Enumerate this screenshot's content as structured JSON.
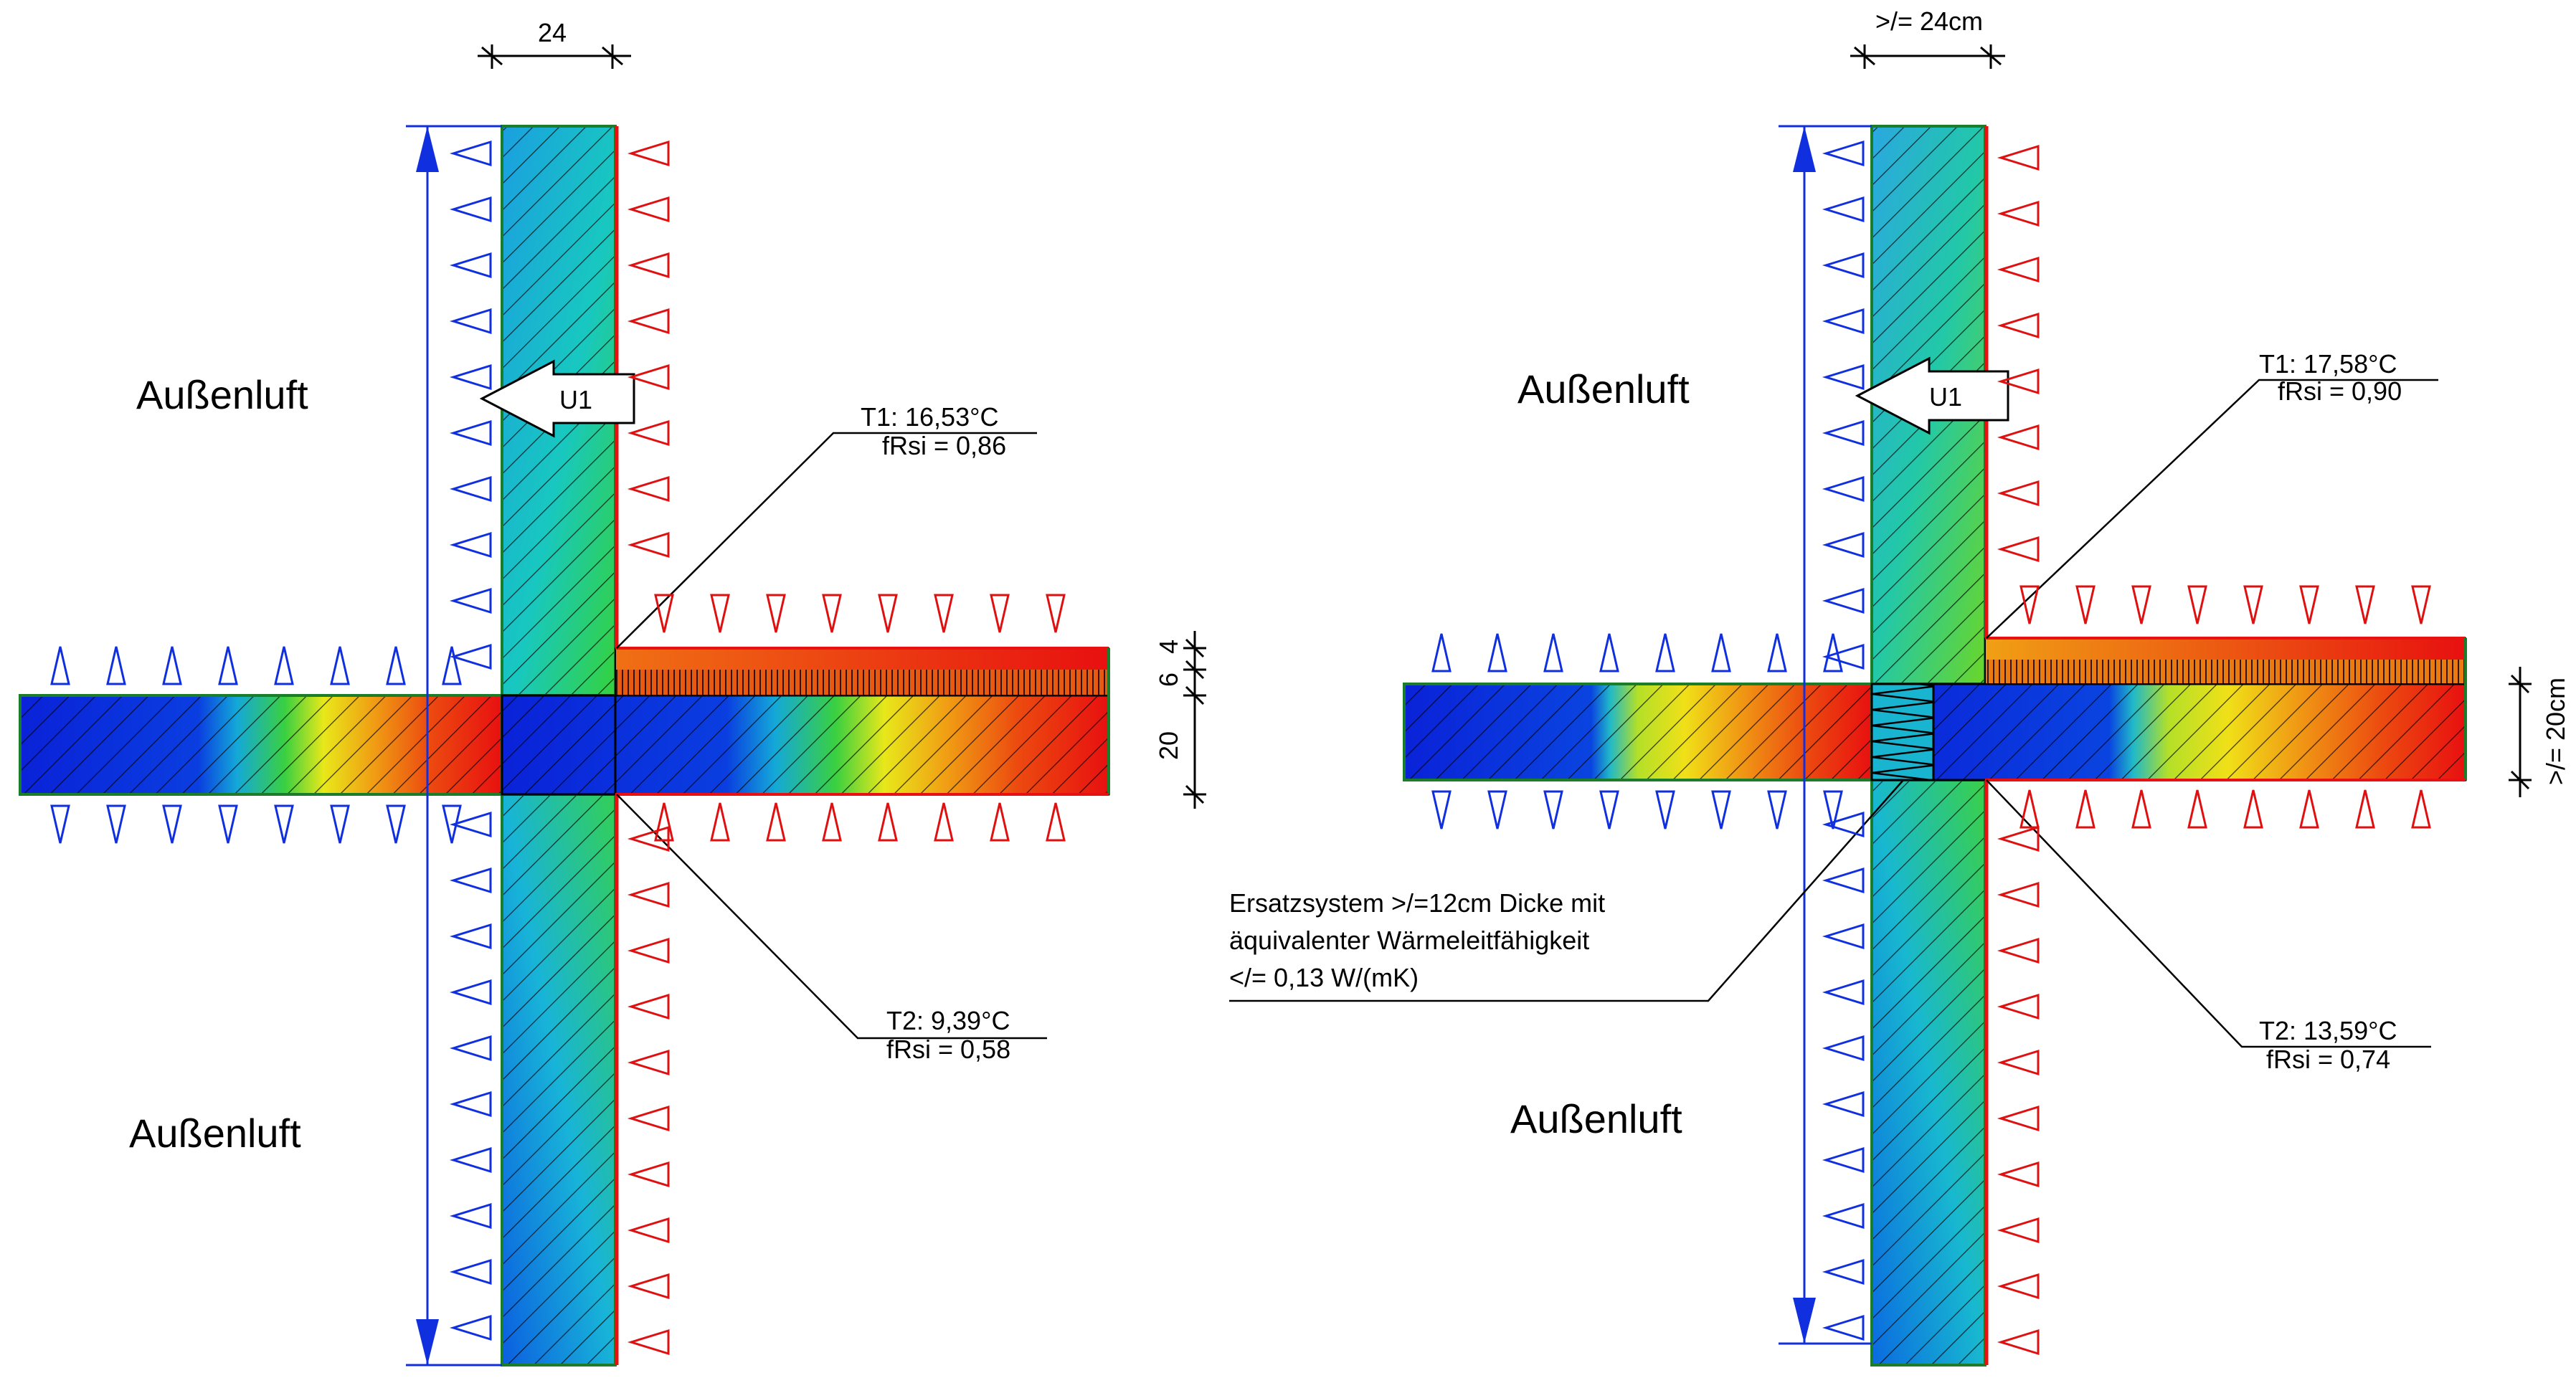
{
  "left": {
    "top_label": "Außenluft",
    "bottom_label": "Außenluft",
    "width_dim": "24",
    "arrow_label": "U1",
    "t1_title": "T1: 16,53°C",
    "t1_frsi": "fRsi = 0,86",
    "t2_title": "T2: 9,39°C",
    "t2_frsi": "fRsi = 0,58",
    "dim_20": "20",
    "dim_6": "6",
    "dim_4": "4"
  },
  "right": {
    "top_label": "Außenluft",
    "bottom_label": "Außenluft",
    "width_dim": ">/= 24cm",
    "arrow_label": "U1",
    "t1_title": "T1: 17,58°C",
    "t1_frsi": "fRsi = 0,90",
    "t2_title": "T2: 13,59°C",
    "t2_frsi": "fRsi = 0,74",
    "slab_dim": ">/= 20cm",
    "note_line1": "Ersatzsystem >/=12cm Dicke mit",
    "note_line2": "äquivalenter Wärmeleitfähigkeit",
    "note_line3": "</= 0,13 W/(mK)"
  },
  "colors": {
    "cold": "#0a2ad8",
    "mid": "#22d24a",
    "warm": "#e81010",
    "air_in": "#e01010",
    "air_out": "#1030e0"
  }
}
